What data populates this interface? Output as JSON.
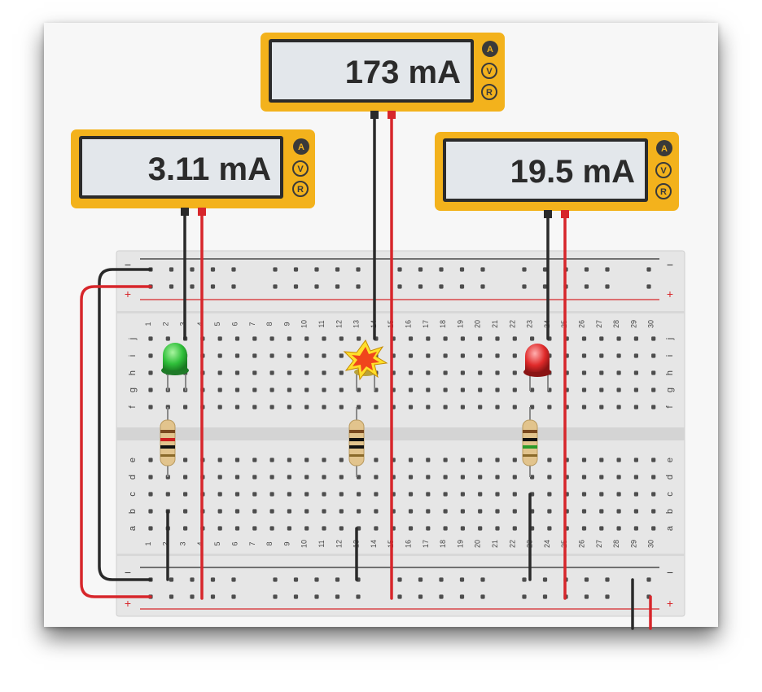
{
  "multimeters": [
    {
      "id": "left",
      "reading": "3.11 mA",
      "modes": [
        "A",
        "V",
        "R"
      ]
    },
    {
      "id": "center",
      "reading": "173 mA",
      "modes": [
        "A",
        "V",
        "R"
      ]
    },
    {
      "id": "right",
      "reading": "19.5 mA",
      "modes": [
        "A",
        "V",
        "R"
      ]
    }
  ],
  "breadboard": {
    "columns": [
      "1",
      "2",
      "3",
      "4",
      "5",
      "6",
      "7",
      "8",
      "9",
      "10",
      "11",
      "12",
      "13",
      "14",
      "15",
      "16",
      "17",
      "18",
      "19",
      "20",
      "21",
      "22",
      "23",
      "24",
      "25",
      "26",
      "27",
      "28",
      "29",
      "30"
    ],
    "top_rows": [
      "j",
      "i",
      "h",
      "g",
      "f"
    ],
    "bottom_rows": [
      "e",
      "d",
      "c",
      "b",
      "a"
    ],
    "rail_signs": {
      "minus": "−",
      "plus": "+"
    }
  },
  "leds": [
    {
      "id": "green",
      "color": "#2fbf3a",
      "state": "lit"
    },
    {
      "id": "burst",
      "color": "#f5d000",
      "state": "burnt"
    },
    {
      "id": "red",
      "color": "#e02a2a",
      "state": "lit"
    }
  ],
  "colors": {
    "accent": "#f3b21c",
    "wire_red": "#d7262b",
    "wire_black": "#2a2a2a"
  }
}
